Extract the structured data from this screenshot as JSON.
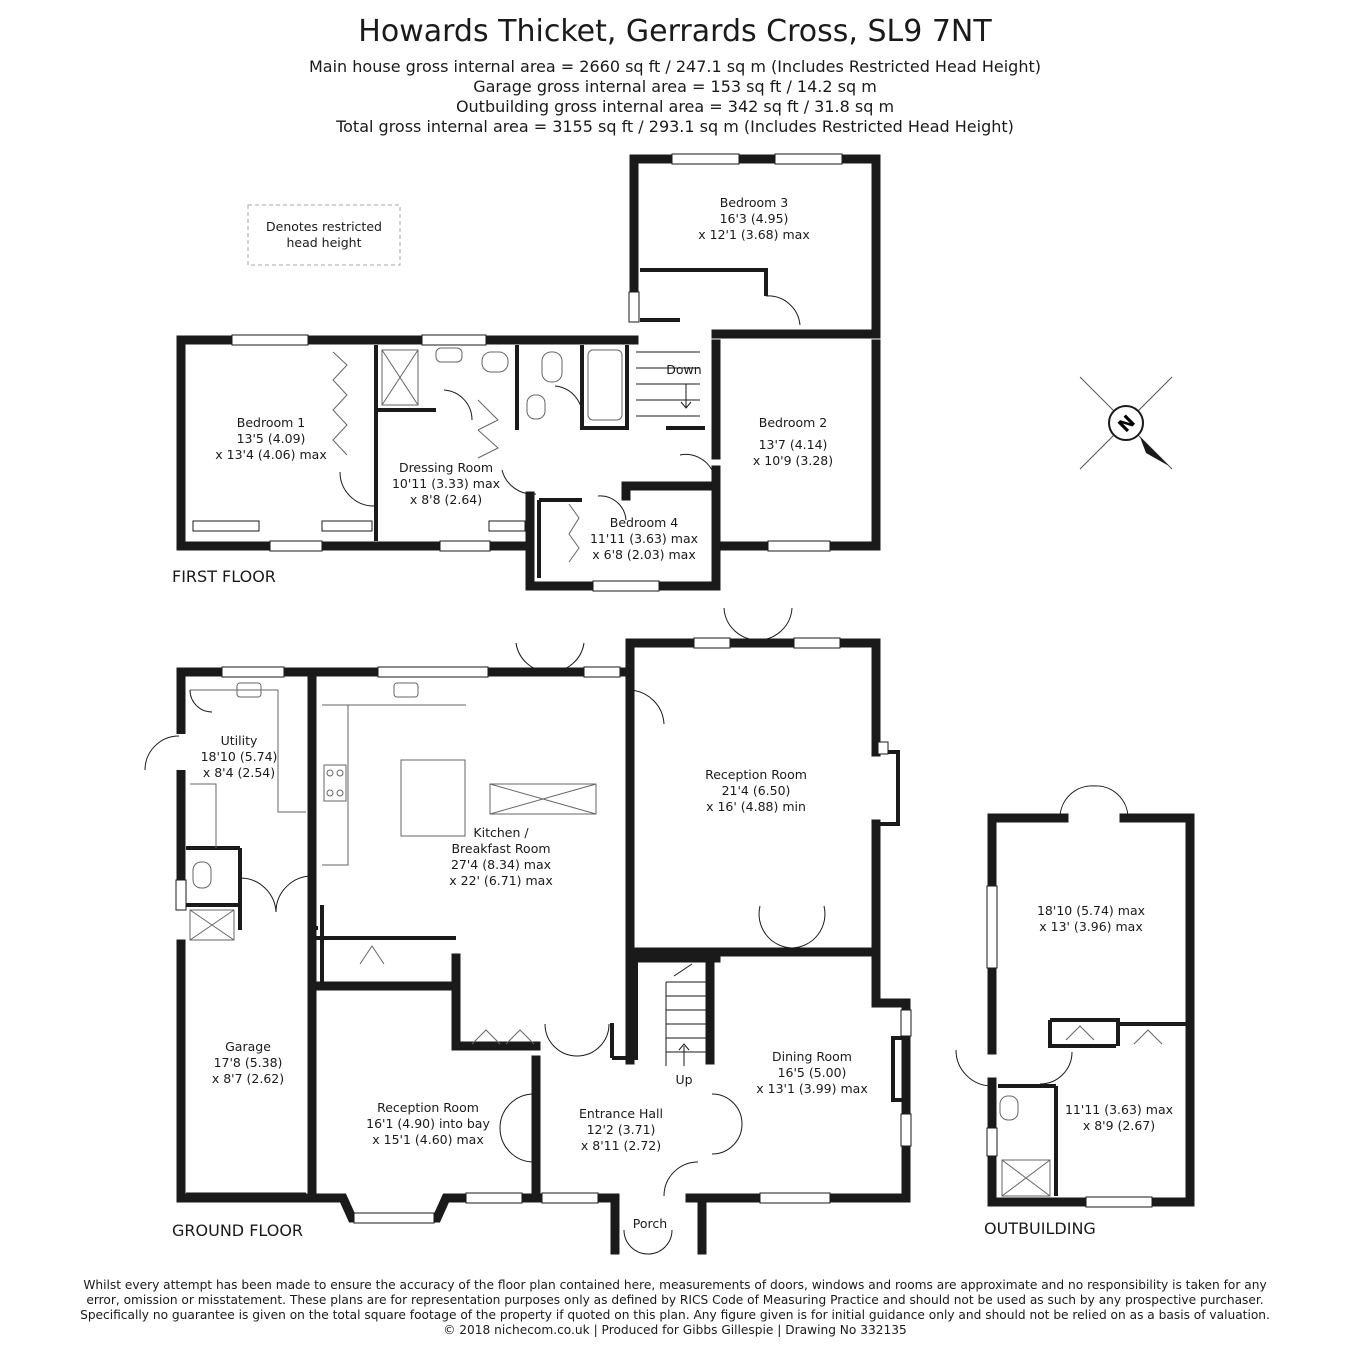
{
  "title": "Howards Thicket, Gerrards Cross, SL9 7NT",
  "areas": {
    "main_house": "Main house gross internal area =  2660 sq ft / 247.1 sq m (Includes Restricted Head Height)",
    "garage": "Garage gross internal area = 153 sq ft / 14.2 sq m",
    "outbuilding": "Outbuilding gross internal area = 342 sq ft / 31.8 sq m",
    "total": "Total gross internal area =  3155 sq ft / 293.1 sq m (Includes Restricted Head Height)"
  },
  "legend": {
    "line1": "Denotes restricted",
    "line2": "head height"
  },
  "compass": {
    "letter": "N"
  },
  "floors": {
    "first": "FIRST FLOOR",
    "ground": "GROUND FLOOR",
    "outbuilding": "OUTBUILDING"
  },
  "stairs": {
    "down": "Down",
    "up": "Up"
  },
  "first_floor": {
    "bedroom3": {
      "name": "Bedroom 3",
      "dim1": "16'3 (4.95)",
      "dim2": "x 12'1 (3.68) max"
    },
    "bedroom1": {
      "name": "Bedroom 1",
      "dim1": "13'5 (4.09)",
      "dim2": "x 13'4 (4.06) max"
    },
    "dressing": {
      "name": "Dressing Room",
      "dim1": "10'11 (3.33) max",
      "dim2": "x 8'8 (2.64)"
    },
    "bedroom2": {
      "name": "Bedroom 2",
      "dim1": "13'7 (4.14)",
      "dim2": "x 10'9 (3.28)"
    },
    "bedroom4": {
      "name": "Bedroom 4",
      "dim1": "11'11 (3.63) max",
      "dim2": "x 6'8 (2.03) max"
    }
  },
  "ground_floor": {
    "utility": {
      "name": "Utility",
      "dim1": "18'10 (5.74)",
      "dim2": "x 8'4 (2.54)"
    },
    "kitchen": {
      "name1": "Kitchen /",
      "name2": "Breakfast Room",
      "dim1": "27'4 (8.34) max",
      "dim2": "x 22' (6.71) max"
    },
    "reception1": {
      "name": "Reception Room",
      "dim1": "21'4 (6.50)",
      "dim2": "x 16' (4.88) min"
    },
    "garage": {
      "name": "Garage",
      "dim1": "17'8 (5.38)",
      "dim2": "x 8'7 (2.62)"
    },
    "reception2": {
      "name": "Reception Room",
      "dim1": "16'1 (4.90) into bay",
      "dim2": "x 15'1 (4.60) max"
    },
    "entrance": {
      "name": "Entrance Hall",
      "dim1": "12'2 (3.71)",
      "dim2": "x 8'11 (2.72)"
    },
    "dining": {
      "name": "Dining Room",
      "dim1": "16'5 (5.00)",
      "dim2": "x 13'1 (3.99) max"
    },
    "porch": {
      "name": "Porch"
    }
  },
  "outbuilding": {
    "main": {
      "dim1": "18'10 (5.74) max",
      "dim2": "x 13' (3.96) max"
    },
    "room": {
      "dim1": "11'11 (3.63) max",
      "dim2": "x 8'9 (2.67)"
    }
  },
  "disclaimer": {
    "line1": "Whilst every attempt has been made to ensure the accuracy of the floor plan contained here, measurements of doors, windows and rooms are approximate and no responsibility is taken for any",
    "line2": "error, omission or misstatement. These plans are for representation purposes only as defined by RICS Code of Measuring Practice and should not be used as such by any prospective purchaser.",
    "line3": "Specifically no guarantee is given on the total square footage of the property if quoted on this plan. Any figure given is for initial guidance only and should not be relied on as a basis of valuation.",
    "line4": "© 2018 nichecom.co.uk  |  Produced for Gibbs Gillespie  |  Drawing No 332135"
  }
}
